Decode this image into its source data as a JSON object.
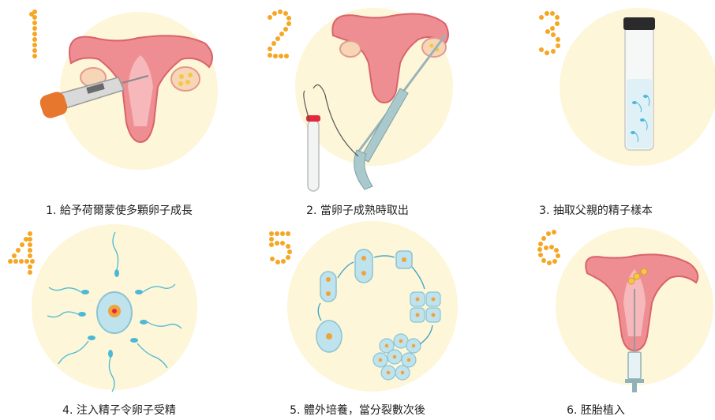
{
  "steps": [
    {
      "number": "1",
      "caption": "1. 給予荷爾蒙使多顆卵子成長"
    },
    {
      "number": "2",
      "caption": "2. 當卵子成熟時取出"
    },
    {
      "number": "3",
      "caption": "3. 抽取父親的精子樣本"
    },
    {
      "number": "4",
      "caption": "4. 注入精子令卵子受精"
    },
    {
      "number": "5",
      "caption": "5. 體外培養，當分裂數次後"
    },
    {
      "number": "6",
      "caption": "6. 胚胎植入"
    }
  ],
  "colors": {
    "circle_bg": "#fdf6d8",
    "numeral_dots": "#f5a623",
    "uterus": "#ee8e92",
    "uterus_dark": "#d9636b",
    "cell": "#bfe3ec",
    "sperm": "#4bb8d6",
    "egg_nucleus": "#f2a23a"
  }
}
